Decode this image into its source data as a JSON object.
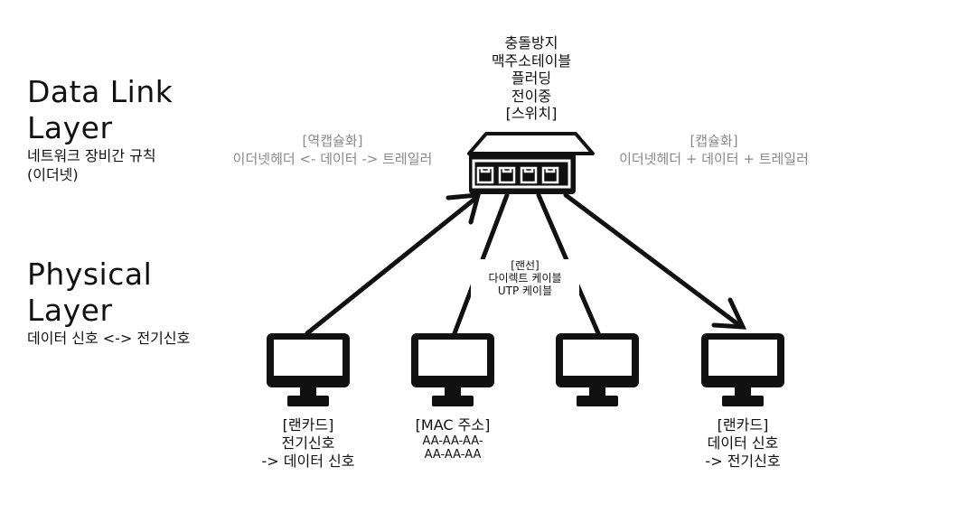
{
  "layers": {
    "datalink": {
      "title_line1": "Data Link",
      "title_line2": "Layer",
      "sub_line1": "네트워크 장비간 규칙",
      "sub_line2": "(이더넷)"
    },
    "physical": {
      "title_line1": "Physical",
      "title_line2": "Layer",
      "sub": "데이터 신호 <-> 전기신호"
    }
  },
  "switch": {
    "features": [
      "충돌방지",
      "맥주소테이블",
      "플러딩",
      "전이중",
      "[스위치]"
    ]
  },
  "decap": {
    "title": "[역캡슐화]",
    "text": "이더넷헤더 <- 데이터 -> 트레일러"
  },
  "encap": {
    "title": "[캡슐화]",
    "text": "이더넷헤더 + 데이터 + 트레일러"
  },
  "cable": {
    "lines": [
      "[랜선]",
      "다이렉트 케이블",
      "UTP 케이블"
    ]
  },
  "pcs": [
    {
      "lines": [
        "[랜카드]",
        "전기신호",
        "-> 데이터 신호"
      ]
    },
    {
      "lines": [
        "[MAC 주소]"
      ],
      "sub_lines": [
        "AA-AA-AA-",
        "AA-AA-AA"
      ]
    },
    {
      "lines": []
    },
    {
      "lines": [
        "[랜카드]",
        "데이터 신호",
        "-> 전기신호"
      ]
    }
  ],
  "icons": [
    "switch-icon",
    "monitor-icon",
    "arrow-icon"
  ]
}
